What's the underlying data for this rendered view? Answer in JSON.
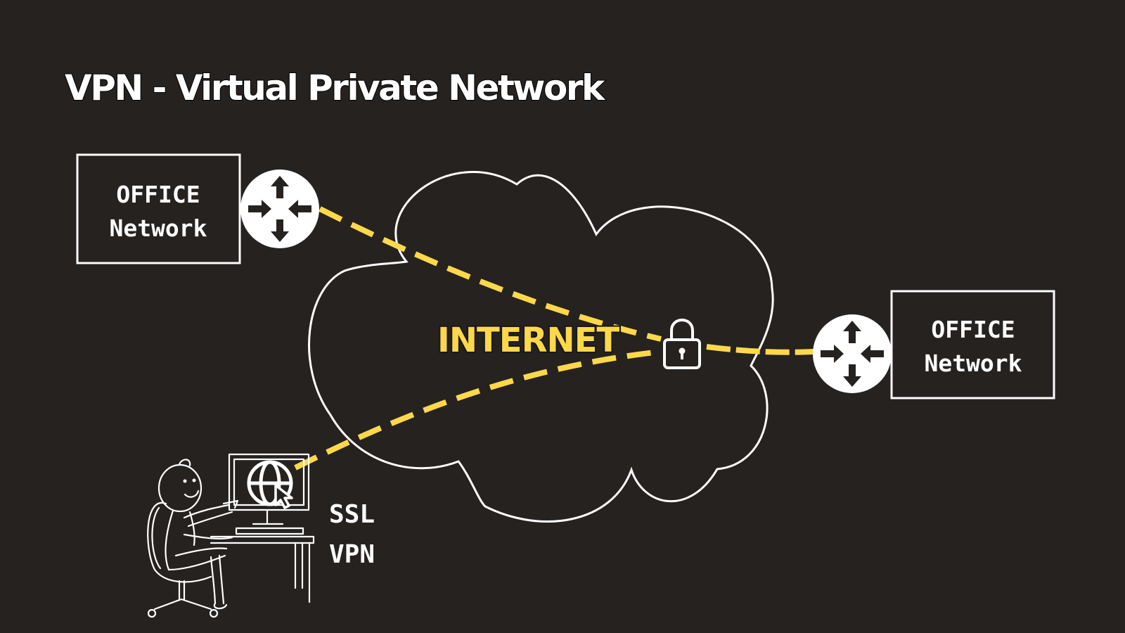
{
  "title": "VPN - Virtual Private Network",
  "cloud_label": "INTERNET",
  "offices": [
    {
      "line1": "OFFICE",
      "line2": "Network"
    },
    {
      "line1": "OFFICE",
      "line2": "Network"
    }
  ],
  "remote_user": {
    "line1": "SSL",
    "line2": "VPN"
  },
  "icons": {
    "router": "router-arrows-icon",
    "lock": "padlock-icon",
    "globe": "globe-cursor-icon"
  },
  "colors": {
    "background": "#252220",
    "tunnel": "#ffd84a",
    "outline": "#ffffff",
    "internet_label": "#ffd84a"
  }
}
